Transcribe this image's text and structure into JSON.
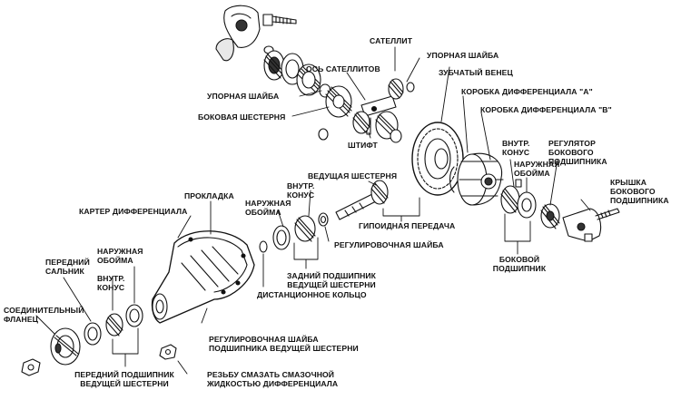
{
  "labels": {
    "satellite": "САТЕЛЛИТ",
    "thrust_washer_top": "УПОРНАЯ ШАЙБА",
    "satellite_axis": "ОСЬ САТЕЛЛИТОВ",
    "ring_gear": "ЗУБЧАТЫЙ ВЕНЕЦ",
    "thrust_washer_left": "УПОРНАЯ ШАЙБА",
    "diff_box_a": "КОРОБКА ДИФФЕРЕНЦИАЛА \"A\"",
    "side_gear": "БОКОВАЯ ШЕСТЕРНЯ",
    "diff_box_b": "КОРОБКА ДИФФЕРЕНЦИАЛА \"B\"",
    "pin": "ШТИФТ",
    "inner_cone_right_1": "ВНУТР.",
    "inner_cone_right_2": "КОНУС",
    "side_regulator_1": "РЕГУЛЯТОР",
    "side_regulator_2": "БОКОВОГО",
    "side_regulator_3": "ПОДШИПНИКА",
    "outer_race_right_1": "НАРУЖНАЯ",
    "outer_race_right_2": "ОБОЙМА",
    "drive_gear": "ВЕДУЩАЯ ШЕСТЕРНЯ",
    "inner_cone_mid_1": "ВНУТР.",
    "inner_cone_mid_2": "КОНУС",
    "cover_1": "КРЫШКА",
    "cover_2": "БОКОВОГО",
    "cover_3": "ПОДШИПНИКА",
    "gasket": "ПРОКЛАДКА",
    "outer_race_mid_1": "НАРУЖНАЯ",
    "outer_race_mid_2": "ОБОЙМА",
    "diff_housing": "КАРТЕР ДИФФЕРЕНЦИАЛА",
    "hypoid": "ГИПОИДНАЯ ПЕРЕДАЧА",
    "adjust_washer": "РЕГУЛИРОВОЧНАЯ ШАЙБА",
    "side_bearing_1": "БОКОВОЙ",
    "side_bearing_2": "ПОДШИПНИК",
    "outer_race_left_1": "НАРУЖНАЯ",
    "outer_race_left_2": "ОБОЙМА",
    "rear_bearing_1": "ЗАДНИЙ ПОДШИПНИК",
    "rear_bearing_2": "ВЕДУЩЕЙ ШЕСТЕРНИ",
    "front_seal_1": "ПЕРЕДНИЙ",
    "front_seal_2": "САЛЬНИК",
    "inner_cone_left_1": "ВНУТР.",
    "inner_cone_left_2": "КОНУС",
    "spacer": "ДИСТАНЦИОННОЕ КОЛЬЦО",
    "flange_1": "СОЕДИНИТЕЛЬНЫЙ",
    "flange_2": "ФЛАНЕЦ",
    "shim_1": "РЕГУЛИРОВОЧНАЯ ШАЙБА",
    "shim_2": "ПОДШИПНИКА ВЕДУЩЕЙ ШЕСТЕРНИ",
    "front_bearing_1": "ПЕРЕДНИЙ ПОДШИПНИК",
    "front_bearing_2": "ВЕДУЩЕЙ ШЕСТЕРНИ",
    "lube_1": "РЕЗЬБУ СМАЗАТЬ СМАЗОЧНОЙ",
    "lube_2": "ЖИДКОСТЬЮ ДИФФЕРЕНЦИАЛА"
  }
}
